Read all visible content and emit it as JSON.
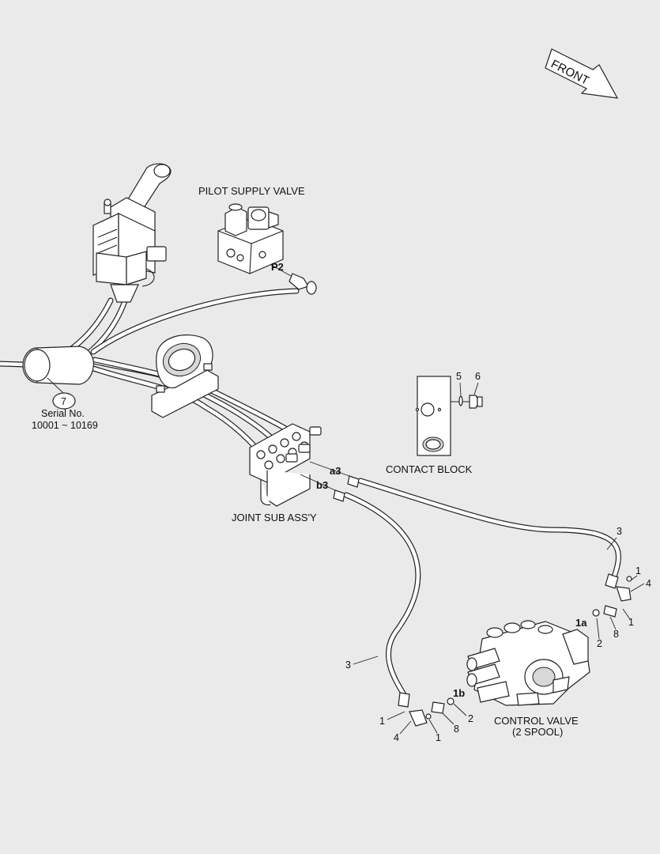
{
  "direction_marker": {
    "text": "FRONT"
  },
  "assemblies": {
    "pilot_supply_valve": "PILOT SUPPLY VALVE",
    "contact_block": "CONTACT BLOCK",
    "joint_sub_assy": "JOINT SUB ASS'Y",
    "control_valve_line1": "CONTROL VALVE",
    "control_valve_line2": "(2 SPOOL)"
  },
  "port_tags": {
    "p2": "P2",
    "a3": "a3",
    "b3": "b3",
    "p1a": "1a",
    "p1b": "1b"
  },
  "callout_7": {
    "number": "7",
    "note_line1": "Serial No.",
    "note_line2": "10001 ~ 10169"
  },
  "part_numbers": {
    "contact_5": "5",
    "contact_6": "6",
    "hose_right": "3",
    "hose_left": "3",
    "right_1_top": "1",
    "right_4": "4",
    "right_1_bottom": "1",
    "right_2": "2",
    "right_8": "8",
    "left_1_a": "1",
    "left_4": "4",
    "left_1_b": "1",
    "left_8": "8",
    "left_2": "2"
  }
}
